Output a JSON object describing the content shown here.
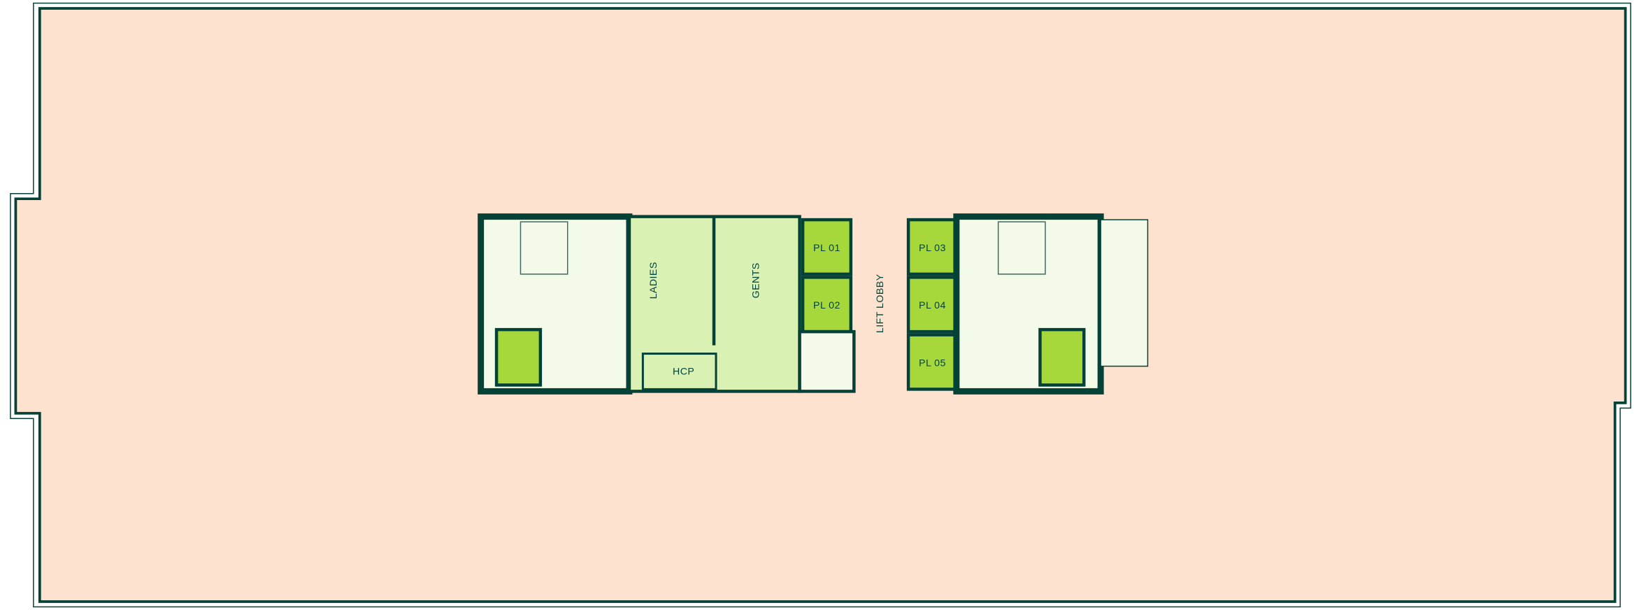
{
  "plan": {
    "rooms": {
      "ladies": "LADIES",
      "gents": "GENTS",
      "hcp": "HCP",
      "lift_lobby": "LIFT LOBBY"
    },
    "lifts": [
      "PL 01",
      "PL 02",
      "PL 03",
      "PL 04",
      "PL 05"
    ],
    "colors": {
      "floor": "#fde3cf",
      "desk": "#fcc59c",
      "wall": "#044238",
      "core": "#f3fae9",
      "toilets": "#d9f1b3",
      "lift": "#a6d83c",
      "meeting_room": "#bfcdc8",
      "meeting_table": "#7d9a94",
      "plant": "#8cc63f",
      "chair": "#fff3ea"
    }
  }
}
